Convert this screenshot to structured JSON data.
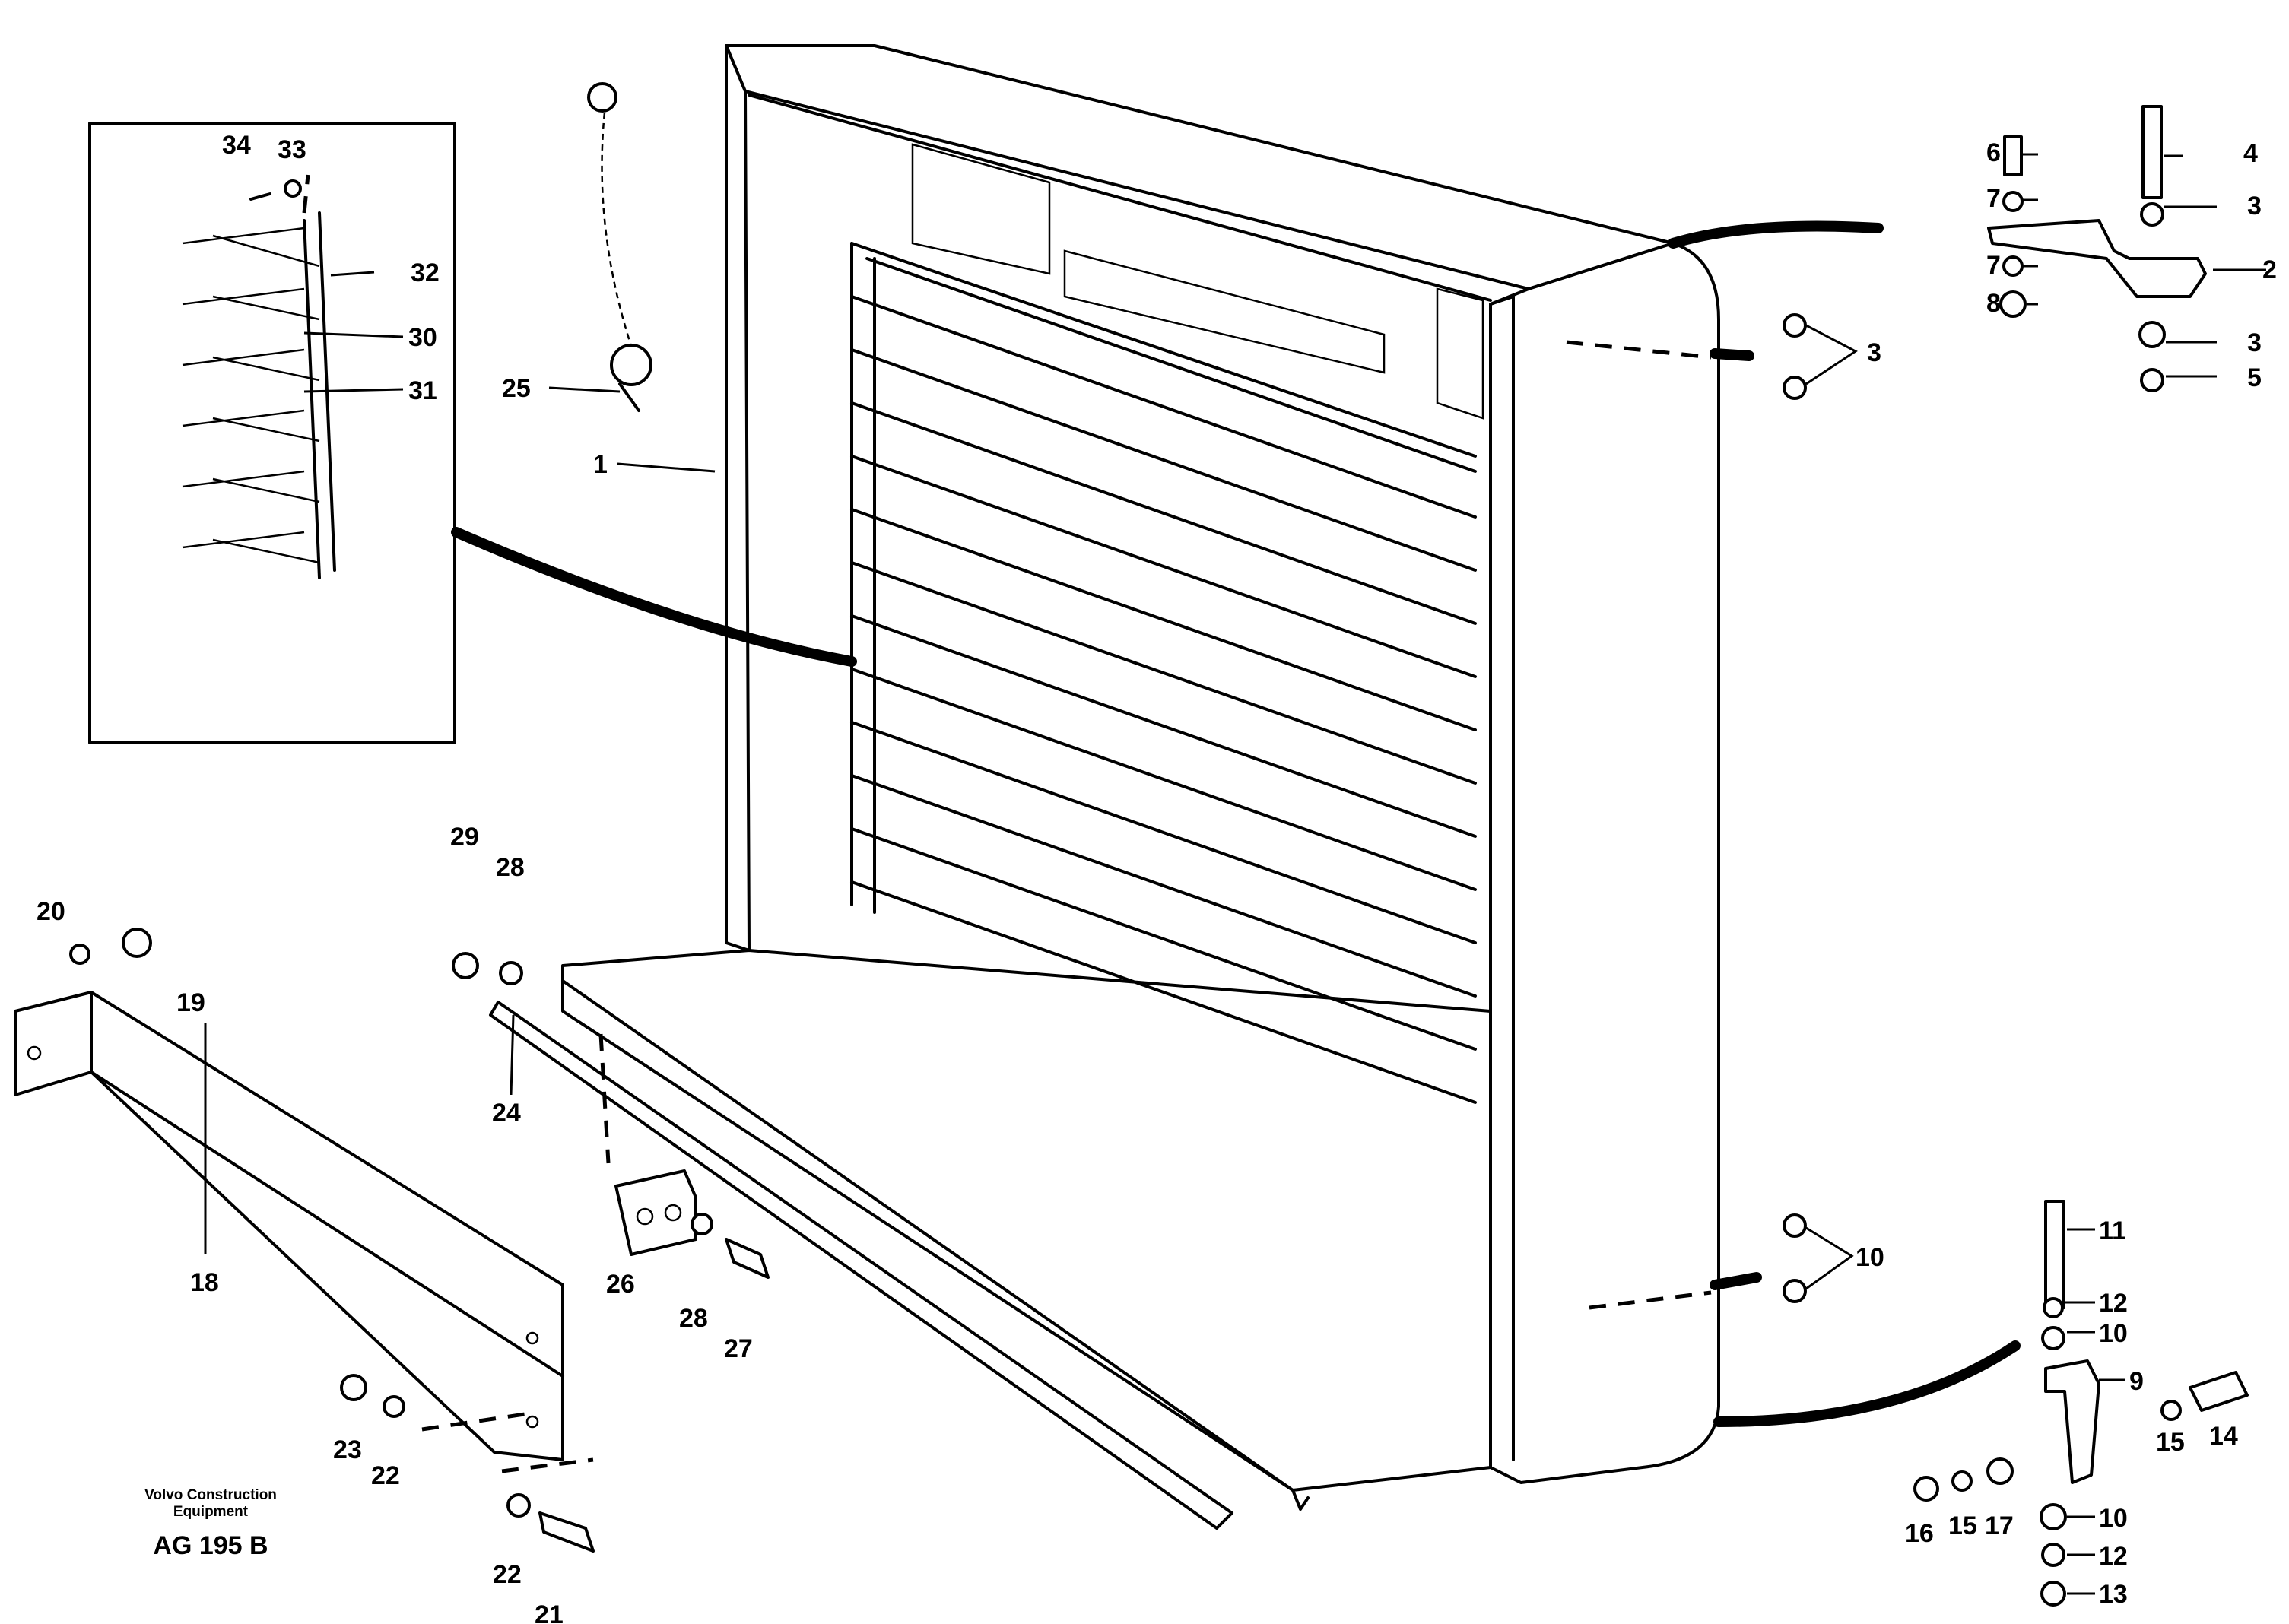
{
  "caption": {
    "line1": "Volvo Construction",
    "line2": "Equipment",
    "code": "AG 195 B"
  },
  "labels": [
    {
      "id": "l1",
      "text": "1"
    },
    {
      "id": "l2",
      "text": "2"
    },
    {
      "id": "l3a",
      "text": "3"
    },
    {
      "id": "l3b",
      "text": "3"
    },
    {
      "id": "l3c",
      "text": "3"
    },
    {
      "id": "l4",
      "text": "4"
    },
    {
      "id": "l5",
      "text": "5"
    },
    {
      "id": "l6",
      "text": "6"
    },
    {
      "id": "l7a",
      "text": "7"
    },
    {
      "id": "l7b",
      "text": "7"
    },
    {
      "id": "l8",
      "text": "8"
    },
    {
      "id": "l9",
      "text": "9"
    },
    {
      "id": "l10a",
      "text": "10"
    },
    {
      "id": "l10b",
      "text": "10"
    },
    {
      "id": "l10c",
      "text": "10"
    },
    {
      "id": "l11",
      "text": "11"
    },
    {
      "id": "l12a",
      "text": "12"
    },
    {
      "id": "l12b",
      "text": "12"
    },
    {
      "id": "l13",
      "text": "13"
    },
    {
      "id": "l14",
      "text": "14"
    },
    {
      "id": "l15a",
      "text": "15"
    },
    {
      "id": "l15b",
      "text": "15"
    },
    {
      "id": "l16",
      "text": "16"
    },
    {
      "id": "l17",
      "text": "17"
    },
    {
      "id": "l18",
      "text": "18"
    },
    {
      "id": "l19",
      "text": "19"
    },
    {
      "id": "l20",
      "text": "20"
    },
    {
      "id": "l21",
      "text": "21"
    },
    {
      "id": "l22a",
      "text": "22"
    },
    {
      "id": "l22b",
      "text": "22"
    },
    {
      "id": "l23",
      "text": "23"
    },
    {
      "id": "l24",
      "text": "24"
    },
    {
      "id": "l25",
      "text": "25"
    },
    {
      "id": "l26",
      "text": "26"
    },
    {
      "id": "l27",
      "text": "27"
    },
    {
      "id": "l28a",
      "text": "28"
    },
    {
      "id": "l28b",
      "text": "28"
    },
    {
      "id": "l29",
      "text": "29"
    },
    {
      "id": "l30",
      "text": "30"
    },
    {
      "id": "l31",
      "text": "31"
    },
    {
      "id": "l32",
      "text": "32"
    },
    {
      "id": "l33",
      "text": "33"
    },
    {
      "id": "l34",
      "text": "34"
    }
  ]
}
